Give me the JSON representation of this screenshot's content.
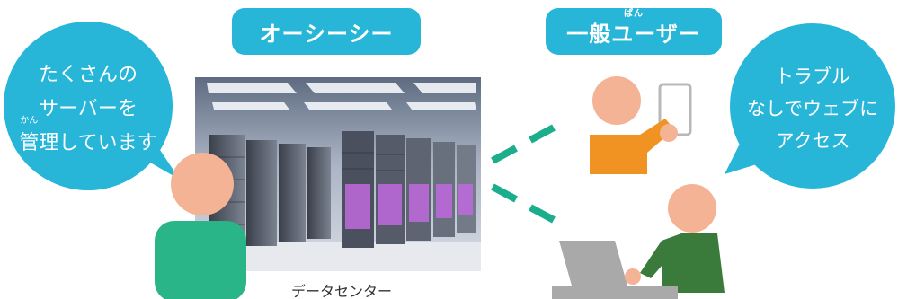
{
  "left_label": "オーシーシー",
  "right_label_furigana": "ぱん",
  "right_label_main": "一般ユーザー",
  "left_bubble": {
    "line1": "たくさんの",
    "line2": "サーバーを",
    "line3_furigana": "かん",
    "line3_kanji": "管",
    "line3_rest": "理しています"
  },
  "right_bubble": {
    "line1": "トラブル",
    "line2": "なしでウェブに",
    "line3": "アクセス"
  },
  "datacenter_caption": "データセンター",
  "colors": {
    "accent": "#27b6d8",
    "operator_green": "#29b587",
    "skin": "#f4b395",
    "user_orange": "#f19323",
    "user_dark_green": "#3a7b3c",
    "link_teal": "#1bad8c",
    "laptop_gray": "#a9a9a9"
  }
}
